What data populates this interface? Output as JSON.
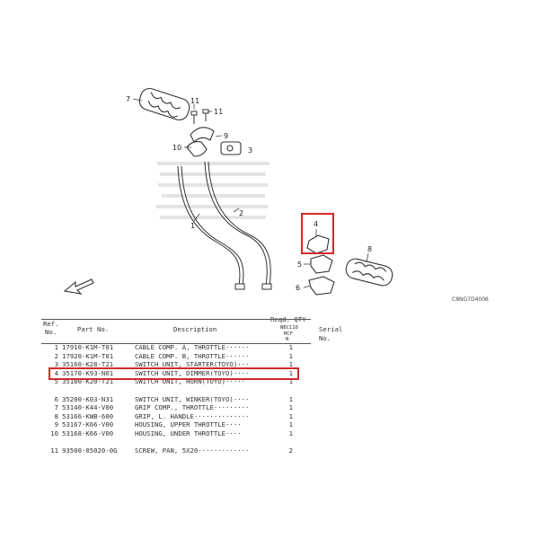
{
  "diagram": {
    "callouts": [
      "1",
      "2",
      "3",
      "4",
      "5",
      "6",
      "7",
      "8",
      "9",
      "10",
      "11",
      "11"
    ],
    "figure_code": "C8NG7D4006",
    "highlighted_callout": "4",
    "highlight_color": "#d22a2a"
  },
  "table": {
    "headers": {
      "ref_line1": "Ref.",
      "ref_line2": "No.",
      "part": "Part No.",
      "desc": "Description",
      "qty_title": "Reqd. QTY",
      "qty_model": "NBC110",
      "qty_sub": "MCF",
      "qty_col": "N",
      "serial": "Serial No."
    },
    "rows": [
      {
        "ref": "1",
        "part": "17910-K1M-T01",
        "desc": "CABLE COMP. A, THROTTLE······",
        "qty": "1"
      },
      {
        "ref": "2",
        "part": "17920-K1M-T01",
        "desc": "CABLE COMP. B, THROTTLE······",
        "qty": "1"
      },
      {
        "ref": "3",
        "part": "35160-K28-T21",
        "desc": "SWITCH UNIT, STARTER(TOYO)···",
        "qty": "1"
      },
      {
        "ref": "4",
        "part": "35170-K93-N01",
        "desc": "SWITCH UNIT, DIMMER(TOYO)····",
        "qty": "1"
      },
      {
        "ref": "5",
        "part": "35180-K20-T21",
        "desc": "SWITCH UNIT, HORN(TOYO)·····",
        "qty": "1"
      },
      {
        "ref": "6",
        "part": "35200-K03-N31",
        "desc": "SWITCH UNIT, WINKER(TOYO)····",
        "qty": "1"
      },
      {
        "ref": "7",
        "part": "53140-K44-V00",
        "desc": "GRIP COMP., THROTTLE·········",
        "qty": "1"
      },
      {
        "ref": "8",
        "part": "53166-KWB-600",
        "desc": "GRIP, L. HANDLE··············",
        "qty": "1"
      },
      {
        "ref": "9",
        "part": "53167-K66-V00",
        "desc": "HOUSING, UPPER THROTTLE····",
        "qty": "1"
      },
      {
        "ref": "10",
        "part": "53168-K66-V00",
        "desc": "HOUSING, UNDER THROTTLE····",
        "qty": "1"
      },
      {
        "ref": "11",
        "part": "93500-05020-0G",
        "desc": "SCREW, PAN, 5X20·············",
        "qty": "2"
      }
    ],
    "highlighted_row": "4"
  }
}
